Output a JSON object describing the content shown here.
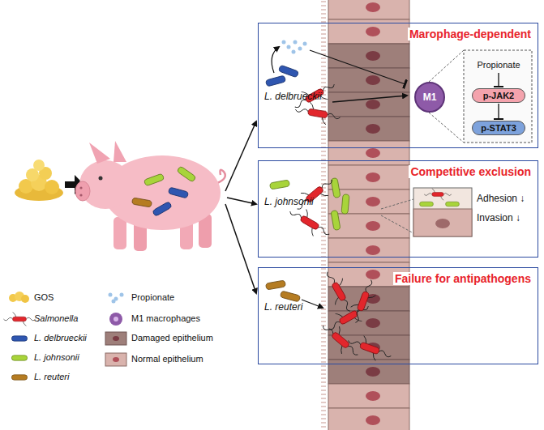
{
  "diagram": {
    "nodes": [
      {
        "text": [
          "Marophage-dependent"
        ]
      },
      {
        "text": [
          "Competitive exclusion"
        ]
      },
      {
        "text": [
          "Failure for antipathogens"
        ]
      },
      {
        "text": [
          "M1"
        ],
        "in": 0
      },
      {
        "text": [
          "Propionate"
        ],
        "in": 0
      },
      {
        "text": [
          "p-JAK2"
        ],
        "in": 0
      },
      {
        "text": [
          "p-STAT3"
        ],
        "in": 0
      }
    ],
    "edges": [
      {
        "from": 4,
        "to": 5,
        "arrow": "to"
      },
      {
        "from": 5,
        "to": 6,
        "arrow": "to"
      }
    ],
    "labels": [
      "L. delbrueckii",
      "L. johnsonii",
      "L. reuteri",
      "Adhesion ↓",
      "Invasion ↓"
    ],
    "legend": [
      {
        "text": "GOS"
      },
      {
        "text": "Salmonella"
      },
      {
        "text": "L. delbrueckii"
      },
      {
        "text": "L. johnsonii"
      },
      {
        "text": "L. reuteri"
      },
      {
        "text": "Propionate"
      },
      {
        "text": "M1 macrophages"
      },
      {
        "text": "Damaged epithelium"
      },
      {
        "text": "Normal epithelium"
      }
    ]
  }
}
